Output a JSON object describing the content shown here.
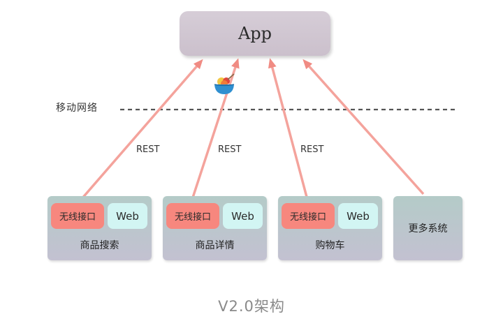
{
  "app": {
    "label": "App"
  },
  "network": {
    "label": "移动网络"
  },
  "rest_labels": [
    "REST",
    "REST",
    "REST"
  ],
  "services": [
    {
      "wireless": "无线接口",
      "web": "Web",
      "name": "商品搜索"
    },
    {
      "wireless": "无线接口",
      "web": "Web",
      "name": "商品详情"
    },
    {
      "wireless": "无线接口",
      "web": "Web",
      "name": "购物车"
    },
    {
      "name": "更多系统"
    }
  ],
  "caption": "V2.0架构",
  "colors": {
    "arrow": "#f4a39c",
    "arrow_head": "#f08b83",
    "wireless_chip": "#f7877e",
    "web_chip": "#d2f5f3",
    "app_box": "#d2c8d3",
    "dashed_line": "#555555"
  }
}
